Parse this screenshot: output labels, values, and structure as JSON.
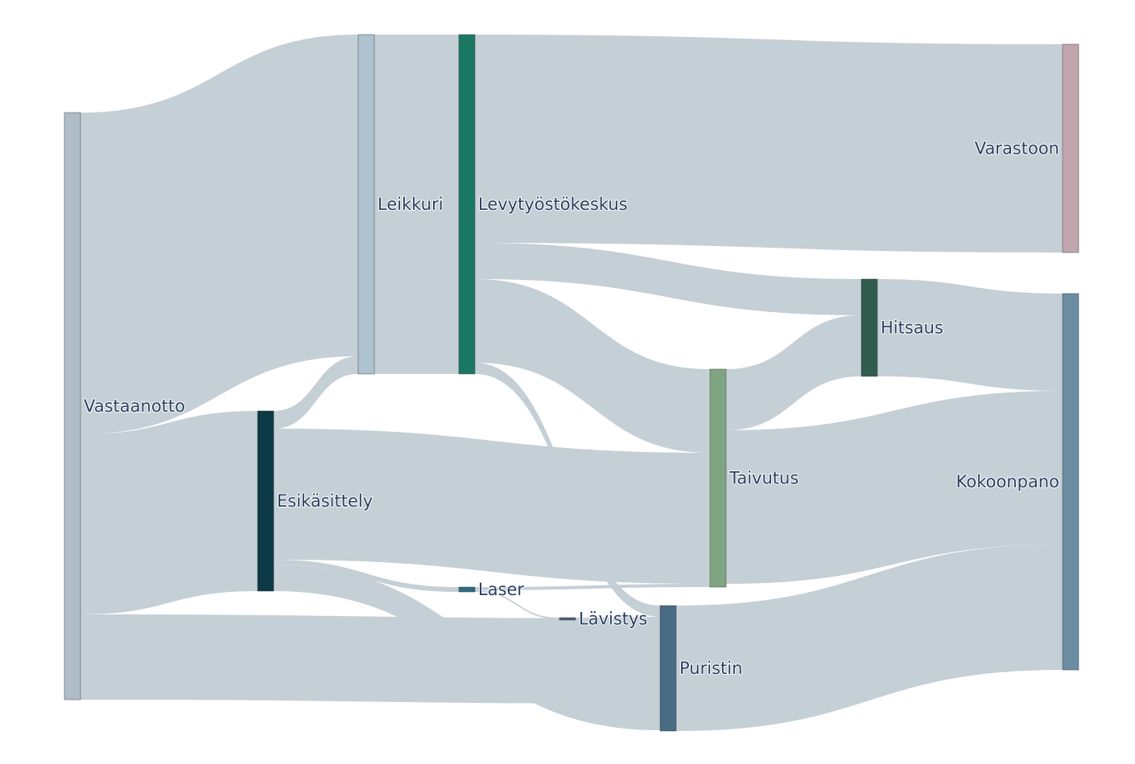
{
  "chart_data": {
    "type": "sankey",
    "nodes": [
      {
        "id": "vastaanotto",
        "label": "Vastaanotto",
        "color": "#aebdc8"
      },
      {
        "id": "leikkuri",
        "label": "Leikkuri",
        "color": "#aec2cf"
      },
      {
        "id": "esikasittely",
        "label": "Esikäsittely",
        "color": "#0c3a47"
      },
      {
        "id": "levytyostokeskus",
        "label": "Levytyöstökeskus",
        "color": "#1a7860"
      },
      {
        "id": "laser",
        "label": "Laser",
        "color": "#2e6a84"
      },
      {
        "id": "lavistys",
        "label": "Lävistys",
        "color": "#4d5e7a"
      },
      {
        "id": "taivutus",
        "label": "Taivutus",
        "color": "#7fa481"
      },
      {
        "id": "puristin",
        "label": "Puristin",
        "color": "#486c84"
      },
      {
        "id": "hitsaus",
        "label": "Hitsaus",
        "color": "#305d4f"
      },
      {
        "id": "varastoon",
        "label": "Varastoon",
        "color": "#c2a6ae"
      },
      {
        "id": "kokoonpano",
        "label": "Kokoonpano",
        "color": "#6c8ca1"
      }
    ],
    "links": [
      {
        "source": "vastaanotto",
        "target": "leikkuri",
        "value": 40.0
      },
      {
        "source": "vastaanotto",
        "target": "esikasittely",
        "value": 22.4
      },
      {
        "source": "vastaanotto",
        "target": "puristin",
        "value": 10.6
      },
      {
        "source": "esikasittely",
        "target": "leikkuri",
        "value": 2.2
      },
      {
        "source": "esikasittely",
        "target": "taivutus",
        "value": 16.3
      },
      {
        "source": "esikasittely",
        "target": "laser",
        "value": 0.6
      },
      {
        "source": "esikasittely",
        "target": "puristin",
        "value": 3.3
      },
      {
        "source": "leikkuri",
        "target": "levytyostokeskus",
        "value": 42.2
      },
      {
        "source": "levytyostokeskus",
        "target": "varastoon",
        "value": 25.9
      },
      {
        "source": "levytyostokeskus",
        "target": "hitsaus",
        "value": 4.5
      },
      {
        "source": "levytyostokeskus",
        "target": "taivutus",
        "value": 10.4
      },
      {
        "source": "levytyostokeskus",
        "target": "puristin",
        "value": 1.4
      },
      {
        "source": "laser",
        "target": "taivutus",
        "value": 0.4
      },
      {
        "source": "laser",
        "target": "lavistys",
        "value": 0.2
      },
      {
        "source": "lavistys",
        "target": "puristin",
        "value": 0.2
      },
      {
        "source": "taivutus",
        "target": "hitsaus",
        "value": 7.6
      },
      {
        "source": "taivutus",
        "target": "kokoonpano",
        "value": 19.1
      },
      {
        "source": "puristin",
        "target": "kokoonpano",
        "value": 15.6
      },
      {
        "source": "hitsaus",
        "target": "kokoonpano",
        "value": 12.1
      }
    ],
    "link_color": "#c4cfd6"
  }
}
